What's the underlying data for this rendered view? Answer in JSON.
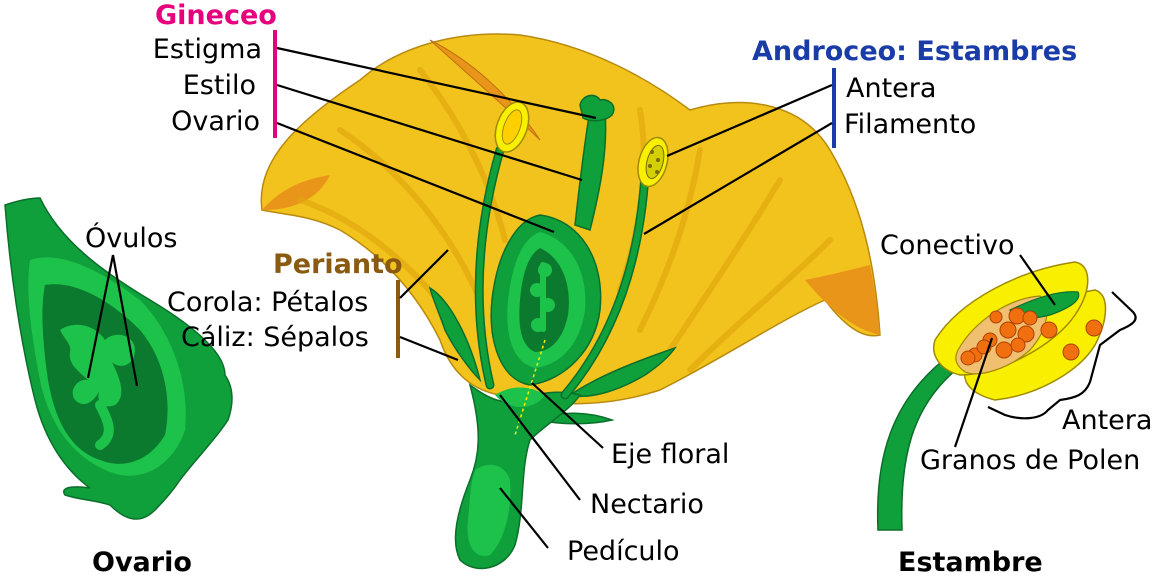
{
  "colors": {
    "gineceo": "#e6007e",
    "androceo": "#1a3ca8",
    "perianto": "#8a5a10",
    "petal": "#f2c31c",
    "petal_dark": "#e8a21a",
    "green": "#0fa03c",
    "green_dark": "#0b7a2e",
    "green_light": "#1dc24a",
    "anther_yellow": "#f8f000",
    "pollen": "#f07010"
  },
  "gineceo": {
    "title": "Gineceo",
    "items": [
      "Estigma",
      "Estilo",
      "Ovario"
    ]
  },
  "androceo": {
    "title": "Androceo: Estambres",
    "items": [
      "Antera",
      "Filamento"
    ]
  },
  "perianto": {
    "title": "Perianto",
    "items": [
      "Corola: Pétalos",
      "Cáliz: Sépalos"
    ]
  },
  "flower_labels": {
    "eje_floral": "Eje floral",
    "nectario": "Nectario",
    "pediculo": "Pedículo"
  },
  "ovary_panel": {
    "ovulos": "Óvulos",
    "caption": "Ovario"
  },
  "stamen_panel": {
    "conectivo": "Conectivo",
    "antera": "Antera",
    "granos": "Granos de Polen",
    "caption": "Estambre"
  }
}
